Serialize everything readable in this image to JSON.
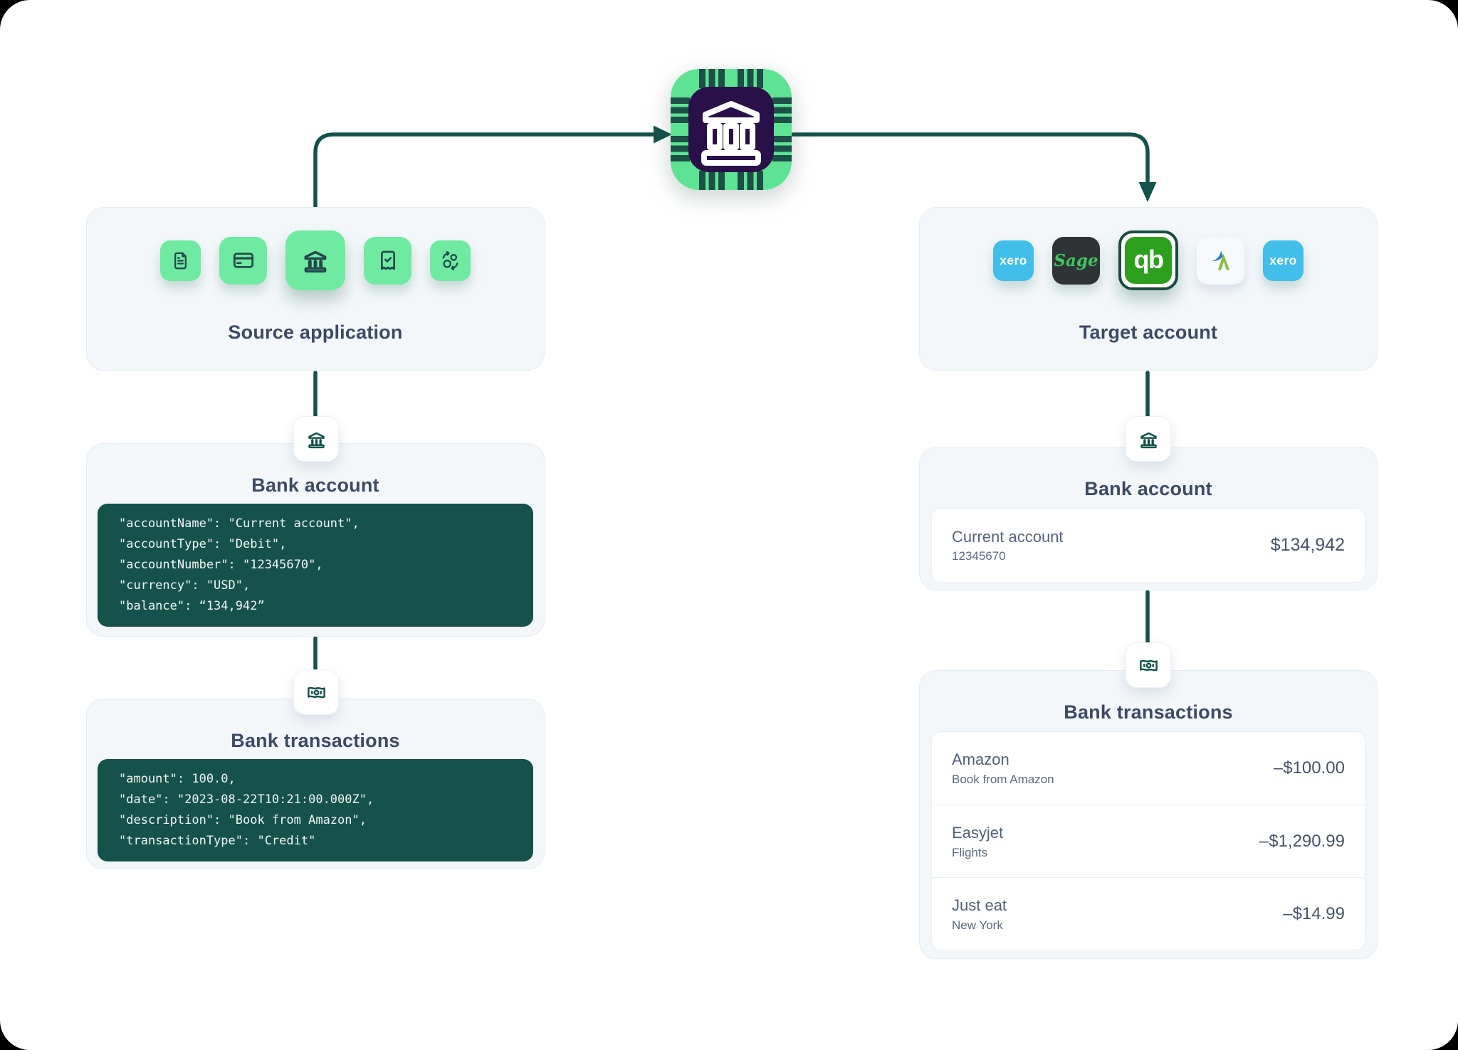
{
  "colors": {
    "arrow": "#15524B",
    "card_bg": "#F3F7FA",
    "card_border": "#E5EDF4",
    "code_bg": "#14524B",
    "code_text": "#F2F6F5",
    "title_text": "#3C4A66",
    "tile_green": "#6FEBA1",
    "icon_stroke": "#23474C",
    "chip_green": "#5EE394",
    "chip_pin": "#1C4F45",
    "chip_inner": "#2A1048",
    "xero_blue": "#41BEEA",
    "sage_dark": "#2F3336",
    "sage_green": "#3EC760",
    "quickbooks_green": "#2CA01C",
    "quickbooks_border": "#1A4B40",
    "freeagent_bg": "#F5F9FC"
  },
  "chip": {
    "icon": "bank-chip-icon"
  },
  "source_card": {
    "title": "Source application",
    "icons": [
      "file-document-icon",
      "credit-card-icon",
      "bank-icon",
      "receipt-check-icon",
      "sync-icon"
    ]
  },
  "target_card": {
    "title": "Target account",
    "apps": [
      {
        "name": "xero",
        "label": "xero"
      },
      {
        "name": "sage",
        "label": "Sage"
      },
      {
        "name": "quickbooks",
        "label": "qb"
      },
      {
        "name": "freeagent",
        "label": ""
      },
      {
        "name": "xero",
        "label": "xero"
      }
    ]
  },
  "left_bank_account": {
    "title": "Bank account",
    "badge_icon": "bank-icon",
    "code_lines": [
      "\"accountName\": \"Current account\",",
      "\"accountType\": \"Debit\",",
      "\"accountNumber\": \"12345670\",",
      "\"currency\": \"USD\",",
      "\"balance\": “134,942”"
    ]
  },
  "left_bank_transactions": {
    "title": "Bank transactions",
    "badge_icon": "banknote-icon",
    "code_lines": [
      "\"amount\": 100.0,",
      "\"date\": \"2023-08-22T10:21:00.000Z\",",
      "\"description\": \"Book from Amazon\",",
      "\"transactionType\": \"Credit\""
    ]
  },
  "right_bank_account": {
    "title": "Bank account",
    "badge_icon": "bank-icon",
    "account": {
      "name": "Current account",
      "number": "12345670",
      "balance": "$134,942"
    }
  },
  "right_bank_transactions": {
    "title": "Bank transactions",
    "badge_icon": "banknote-icon",
    "rows": [
      {
        "merchant": "Amazon",
        "description": "Book from Amazon",
        "amount": "–$100.00"
      },
      {
        "merchant": "Easyjet",
        "description": "Flights",
        "amount": "–$1,290.99"
      },
      {
        "merchant": "Just eat",
        "description": "New York",
        "amount": "–$14.99"
      }
    ]
  }
}
